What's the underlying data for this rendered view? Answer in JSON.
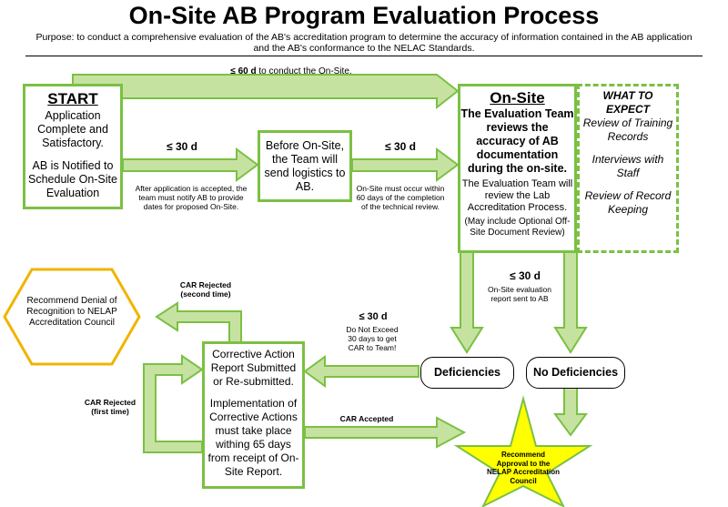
{
  "title": "On-Site AB Program Evaluation Process",
  "purpose": "Purpose: to conduct a comprehensive evaluation of the AB's accreditation program to determine the accuracy of information contained in the AB application and the AB's conformance to the NELAC Standards.",
  "colors": {
    "green": "#7bc043",
    "green_fill": "#c6e2a1",
    "yellow": "#ffff00",
    "gold": "#f0b400"
  },
  "start": {
    "heading": "START",
    "line1": "Application Complete and Satisfactory.",
    "line2": "AB is Notified to Schedule On-Site Evaluation"
  },
  "before_onsite": {
    "text": "Before On-Site, the Team will send logistics to AB."
  },
  "onsite": {
    "heading": "On-Site",
    "line1": "The Evaluation Team reviews the accuracy of AB documentation during the on-site.",
    "line2": "The Evaluation Team will review the Lab Accreditation Process.",
    "line3": "(May include Optional Off-Site Document Review)"
  },
  "expect": {
    "heading": "WHAT TO EXPECT",
    "item1": "Review of Training Records",
    "item2": "Interviews with Staff",
    "item3": "Review of Record Keeping"
  },
  "arrow_labels": {
    "top_days": "≤ 60 d",
    "top_text": " to conduct the On-Site.",
    "left_days": "≤ 30 d",
    "left_note": "After application is accepted, the team must notify AB to provide dates for proposed On-Site.",
    "mid_days": "≤ 30 d",
    "mid_note": "On-Site must occur within 60 days of the completion of the technical review.",
    "report_days": "≤ 30 d",
    "report_note": "On-Site evaluation report sent  to AB",
    "car_days": "≤ 30 d",
    "car_note": "Do Not Exceed 30 days to get CAR to Team!",
    "car_rejected_second": "CAR Rejected (second time)",
    "car_rejected_first": "CAR Rejected (first time)",
    "car_accepted": "CAR Accepted"
  },
  "deficiencies": "Deficiencies",
  "no_deficiencies": "No Deficiencies",
  "corrective": {
    "line1": "Corrective Action Report Submitted or Re-submitted.",
    "line2": "Implementation of Corrective Actions must take place withing 65 days from receipt of On-Site Report."
  },
  "denial": "Recommend Denial of Recognition to NELAP Accreditation Council",
  "approval": "Recommend Approval to the NELAP Accreditation Council"
}
